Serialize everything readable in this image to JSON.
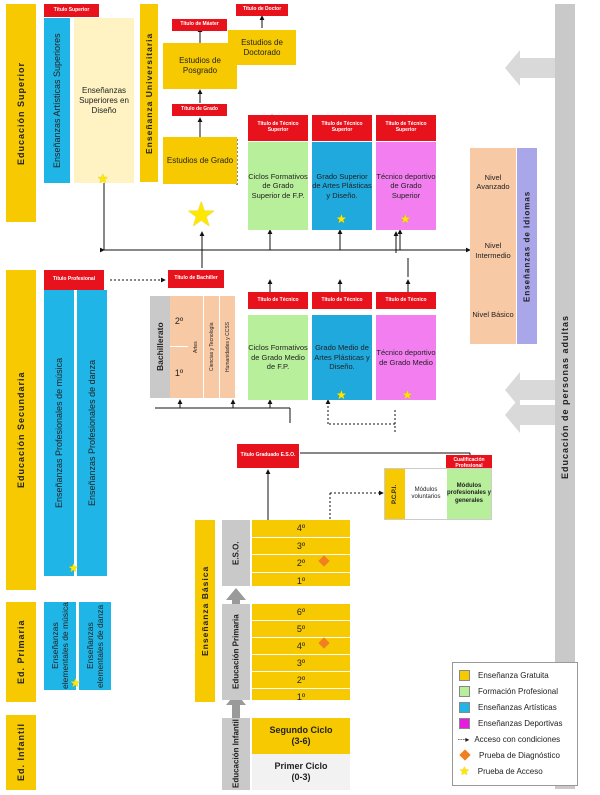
{
  "sidebars": {
    "superior": "Educación Superior",
    "secundaria": "Educación Secundaria",
    "primaria": "Ed. Primaria",
    "infantil": "Ed. Infantil",
    "basica": "Enseñanza Básica",
    "universitaria": "Enseñanza Universitaria",
    "adultos": "Educación de personas adultas",
    "idiomas": "Enseñanzas de Idiomas"
  },
  "superior": {
    "titulo_superior": "Título Superior",
    "artisticas": "Enseñanzas Artísticas Superiores",
    "diseno": "Enseñanzas Superiores en Diseño",
    "titulo_master": "Título de Máster",
    "titulo_doctor": "Título de Doctor",
    "posgrado": "Estudios de Posgrado",
    "doctorado": "Estudios de Doctorado",
    "titulo_grado": "Título de Grado",
    "grado": "Estudios de Grado"
  },
  "tecnico_superior": {
    "titulo": "Título de Técnico Superior",
    "fp": "Ciclos Formativos de Grado Superior de F.P.",
    "artes": "Grado Superior de Artes Plásticas y Diseño.",
    "deportivo": "Técnico deportivo de Grado Superior"
  },
  "idiomas": {
    "avanzado": "Nivel Avanzado",
    "intermedio": "Nivel Intermedio",
    "basico": "Nivel Básico"
  },
  "secundaria": {
    "titulo_profesional": "Título Profesional",
    "musica": "Enseñanzas Profesionales de música",
    "danza": "Enseñanzas Profesionales de danza",
    "titulo_bachiller": "Título de Bachiller",
    "bachillerato": "Bachillerato",
    "curso2": "2º",
    "curso1": "1º",
    "artes": "Artes",
    "ciencias": "Ciencias y Tecnología",
    "humanidades": "Humanidades y CCSS",
    "titulo_tecnico": "Título de Técnico",
    "fp_medio": "Ciclos Formativos de Grado Medio de F.P.",
    "artes_medio": "Grado Medio de Artes Plásticas y Diseño.",
    "deportivo_medio": "Técnico deportivo de Grado Medio",
    "titulo_eso": "Título Graduado E.S.O.",
    "cualificacion": "Cualificación Profesional",
    "pcpi": "P.C.P.I.",
    "voluntarios": "Módulos voluntarios",
    "modulos_generales": "Módulos profesionales y generales"
  },
  "basica": {
    "eso": "E.S.O.",
    "eso_cursos": [
      "4º",
      "3º",
      "2º",
      "1º"
    ],
    "primaria": "Educación Primaria",
    "primaria_cursos": [
      "6º",
      "5º",
      "4º",
      "3º",
      "2º",
      "1º"
    ],
    "infantil": "Educación Infantil",
    "segundo_ciclo": "Segundo Ciclo",
    "segundo_edad": "(3-6)",
    "primer_ciclo": "Primer Ciclo",
    "primer_edad": "(0-3)"
  },
  "primaria_art": {
    "musica": "Enseñanzas elementales de música",
    "danza": "Enseñanzas elementales de danza"
  },
  "legend": {
    "gratuita": "Enseñanza Gratuita",
    "profesional": "Formación Profesional",
    "artisticas": "Enseñanzas Artísticas",
    "deportivas": "Enseñanzas Deportivas",
    "condiciones": "Acceso con condiciones",
    "diagnostico": "Prueba de Diagnóstico",
    "acceso": "Prueba de Acceso"
  },
  "colors": {
    "gratuita": "#f7c900",
    "profesional": "#b8ef9a",
    "artisticas": "#1fb5e6",
    "deportivas": "#f37ef0",
    "titulo": "#e8121d"
  }
}
